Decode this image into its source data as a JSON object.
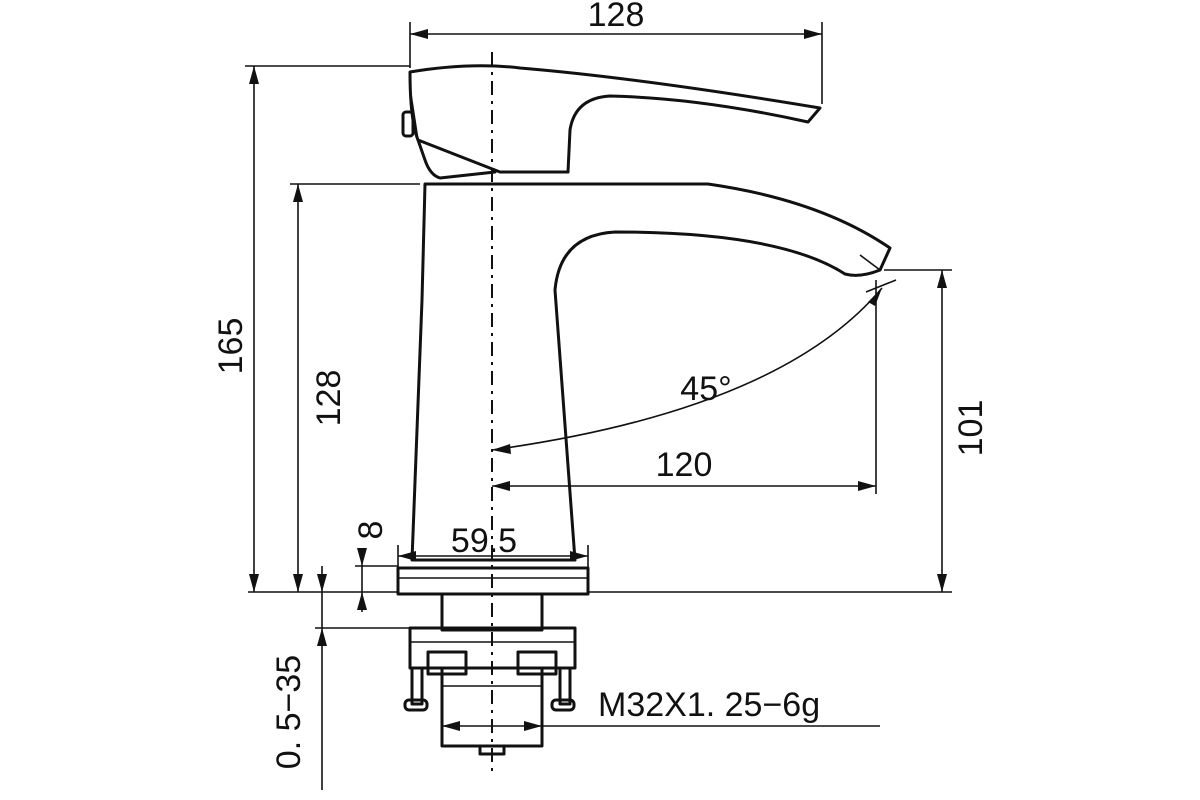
{
  "dimensions": {
    "top_width": "128",
    "total_height": "165",
    "body_height": "128",
    "spout_angle": "45°",
    "spout_reach": "120",
    "spout_height": "101",
    "base_thickness": "8",
    "base_width": "59.5",
    "mount_range": "0. 5−35",
    "thread_spec": "M32X1. 25−6g"
  }
}
